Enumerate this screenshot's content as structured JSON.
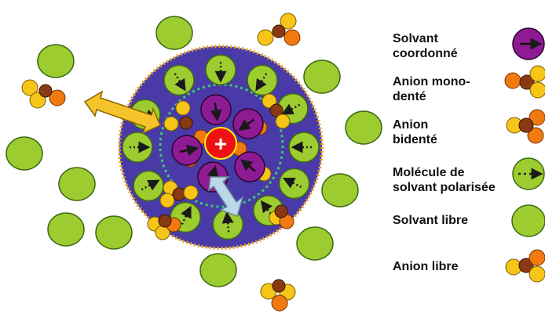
{
  "diagram": {
    "center_symbol": "+"
  },
  "legend": [
    {
      "key": "solvant_coordonne",
      "label": "Solvant\ncoordonné"
    },
    {
      "key": "anion_monodente",
      "label": "Anion mono-\ndenté"
    },
    {
      "key": "anion_bidente",
      "label": "Anion\nbidenté"
    },
    {
      "key": "molecule_polarisee",
      "label": "Molécule de\nsolvant polarisée"
    },
    {
      "key": "solvant_libre",
      "label": "Solvant libre"
    },
    {
      "key": "anion_libre",
      "label": "Anion libre"
    }
  ],
  "colors": {
    "sphere_fill": "#4a3aa8",
    "sphere_border": "#e8a020",
    "inner_ring": "#39d06a",
    "solvent_green": "#9ccc30",
    "solvent_outline": "#3d6a12",
    "solvent_purple": "#8e1b93",
    "cation_red": "#ee1111",
    "anion_yellow": "#f5c518",
    "anion_orange": "#f07a10",
    "anion_brown": "#8a3a12",
    "arrow_yellow": "#f5c42a",
    "arrow_blue": "#bcd8e8"
  }
}
